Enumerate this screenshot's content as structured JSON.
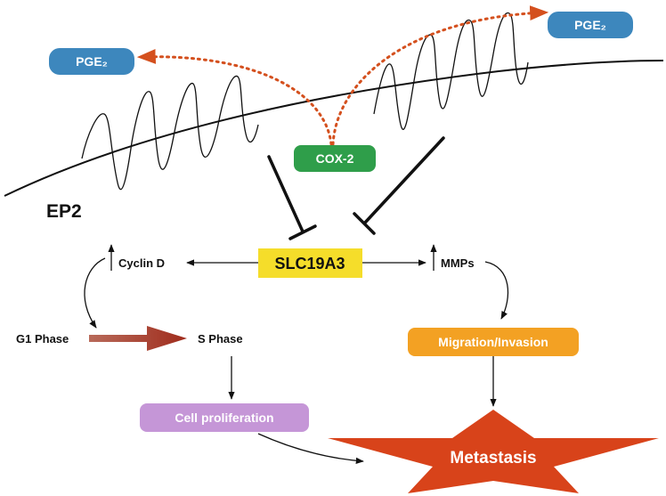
{
  "receptor_label": "EP2",
  "pge2_left": "PGE₂",
  "pge2_right": "PGE₂",
  "cox2": "COX-2",
  "center": "SLC19A3",
  "cyclin": "Cyclin D",
  "mmps": "MMPs",
  "g1": "G1 Phase",
  "s_phase": "S Phase",
  "migration": "Migration/Invasion",
  "proliferation": "Cell proliferation",
  "metastasis": "Metastasis",
  "colors": {
    "pge2": "#3d87bd",
    "cox2": "#2f9e4a",
    "center": "#f5dd2a",
    "migration": "#f3a123",
    "proliferation": "#c596d7",
    "metastasis": "#d8431a",
    "dots": "#d4501e",
    "phase_arrow": "#a8362a"
  }
}
